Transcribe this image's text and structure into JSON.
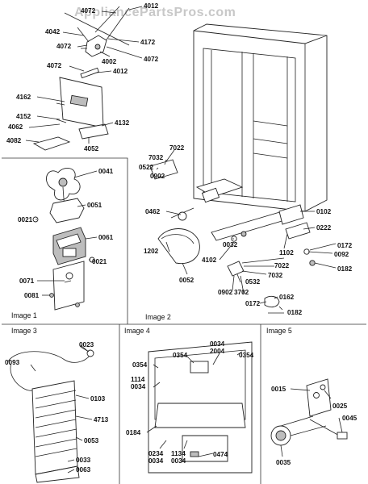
{
  "watermark": "AppliancePartsPros.com",
  "panels": {
    "image1": "Image 1",
    "image2": "Image 2",
    "image3": "Image 3",
    "image4": "Image 4",
    "image5": "Image 5"
  },
  "labels": {
    "l4072a": "4072",
    "l4012a": "4012",
    "l4042": "4042",
    "l4072b": "4072",
    "l4172": "4172",
    "l4002": "4002",
    "l4072c": "4072",
    "l4072d": "4072",
    "l4012b": "4012",
    "l4162": "4162",
    "l4152": "4152",
    "l4062": "4062",
    "l4082": "4082",
    "l4132": "4132",
    "l4052": "4052",
    "l0041": "0041",
    "l0021a": "0021",
    "l0051": "0051",
    "l0061": "0061",
    "l0021b": "0021",
    "l0071": "0071",
    "l0081": "0081",
    "l7022a": "7022",
    "l7032a": "7032",
    "l0522": "0522",
    "l0902a": "0902",
    "l0462": "0462",
    "l0102": "0102",
    "l0222": "0222",
    "l0032": "0032",
    "l1102": "1102",
    "l1202": "1202",
    "l4102": "4102",
    "l0172a": "0172",
    "l0092": "0092",
    "l0182a": "0182",
    "l7022b": "7022",
    "l0052": "0052",
    "l0532": "0532",
    "l7032b": "7032",
    "l0902b": "0902",
    "l3702": "3702",
    "l0162": "0162",
    "l0172b": "0172",
    "l0182b": "0182",
    "l0023": "0023",
    "l0093": "0093",
    "l0103": "0103",
    "l4713": "4713",
    "l0053": "0053",
    "l0033": "0033",
    "l0063": "0063",
    "l0354a": "0354",
    "l0034a": "0034",
    "l2004": "2004",
    "l0354b": "0354",
    "l0354c": "0354",
    "l1114": "1114",
    "l0034b": "0034",
    "l0184": "0184",
    "l0234": "0234",
    "l0034c": "0034",
    "l1134": "1134",
    "l0034d": "0034",
    "l0474": "0474",
    "l0015": "0015",
    "l0025": "0025",
    "l0045": "0045",
    "l0035": "0035"
  }
}
